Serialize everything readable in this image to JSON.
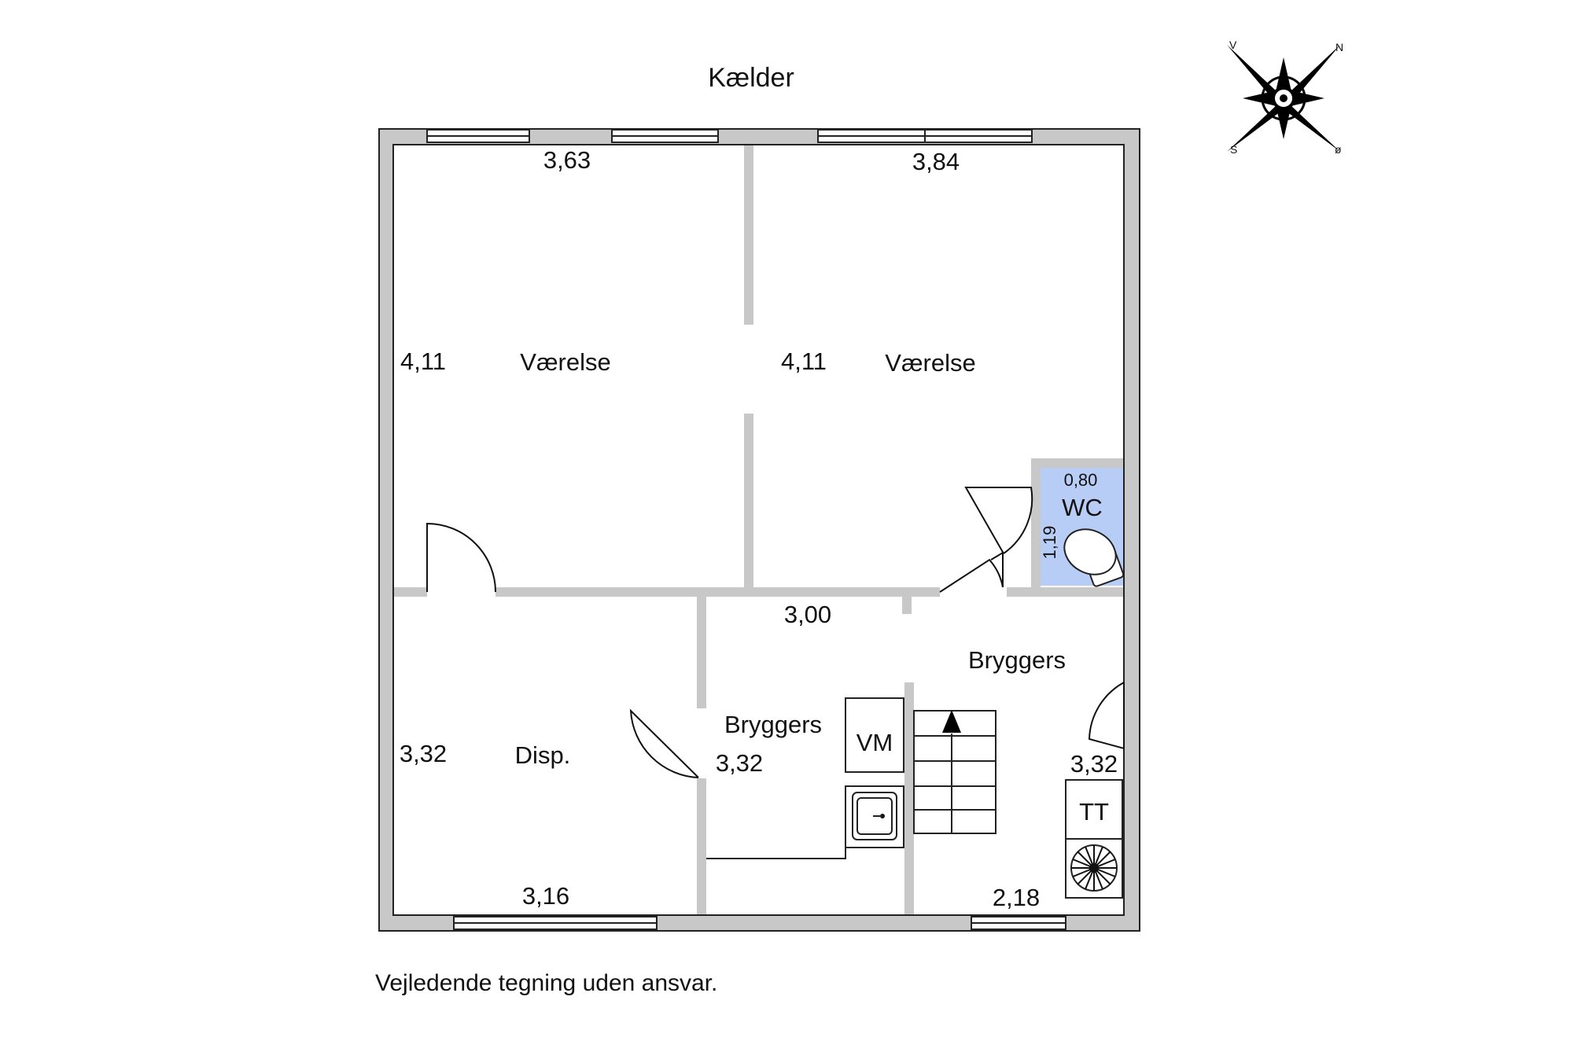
{
  "title": "Kælder",
  "disclaimer": "Vejledende tegning uden ansvar.",
  "compass": {
    "v": "V",
    "n": "N",
    "s": "S",
    "o": "ø"
  },
  "rooms": {
    "vaerelse_left": "Værelse",
    "vaerelse_right": "Værelse",
    "wc": "WC",
    "bryggers_right": "Bryggers",
    "bryggers_mid": "Bryggers",
    "disp": "Disp.",
    "vm": "VM",
    "tt": "TT"
  },
  "dimensions": {
    "top_left": "3,63",
    "top_right": "3,84",
    "left_upper": "4,11",
    "mid_upper": "4,11",
    "wc_width": "0,80",
    "wc_height": "1,19",
    "bryggers_top": "3,00",
    "left_lower": "3,32",
    "mid_lower": "3,32",
    "right_lower": "3,32",
    "bottom_left": "3,16",
    "bottom_right": "2,18"
  },
  "colors": {
    "wall": "#c8c8c8",
    "wc_fill": "#b8cdf5"
  }
}
